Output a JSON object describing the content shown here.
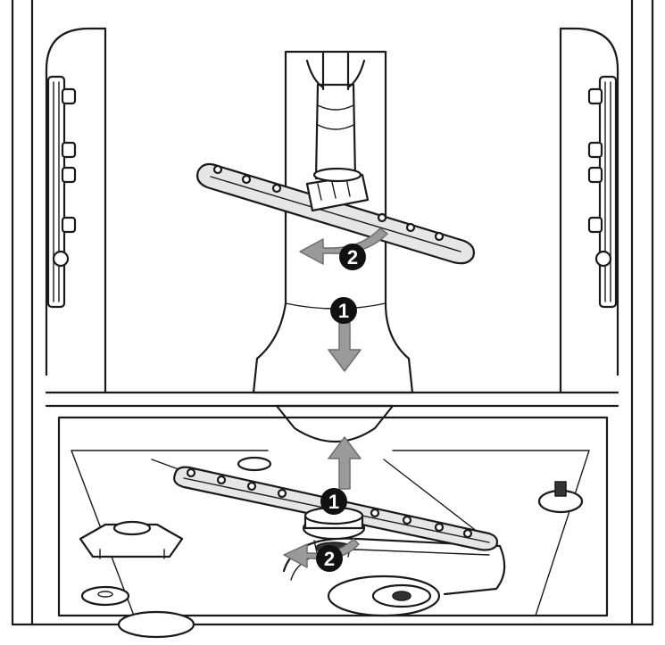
{
  "diagram": {
    "callouts": [
      {
        "id": "upper-1",
        "label": "1"
      },
      {
        "id": "upper-2",
        "label": "2"
      },
      {
        "id": "lower-1",
        "label": "1"
      },
      {
        "id": "lower-2",
        "label": "2"
      }
    ],
    "colors": {
      "line": "#1a1a1a",
      "arrow": "#9a9a9a",
      "badge": "#111111",
      "arm_fill": "#e6e6e6"
    }
  }
}
